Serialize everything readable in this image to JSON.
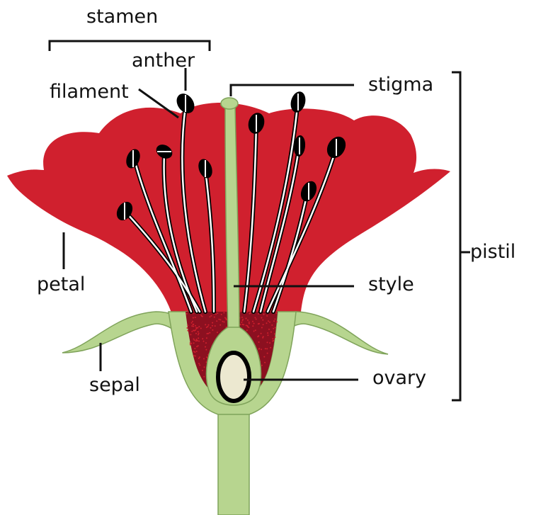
{
  "labels": {
    "stamen": "stamen",
    "anther": "anther",
    "filament": "filament",
    "stigma": "stigma",
    "pistil": "pistil",
    "petal": "petal",
    "style": "style",
    "sepal": "sepal",
    "ovary": "ovary"
  },
  "colors": {
    "petal": "#d0202e",
    "petal_dark": "#8c1020",
    "green": "#b7d58f",
    "green_dark": "#7fa35a",
    "ovule": "#ece8d0",
    "ink": "#111111"
  }
}
